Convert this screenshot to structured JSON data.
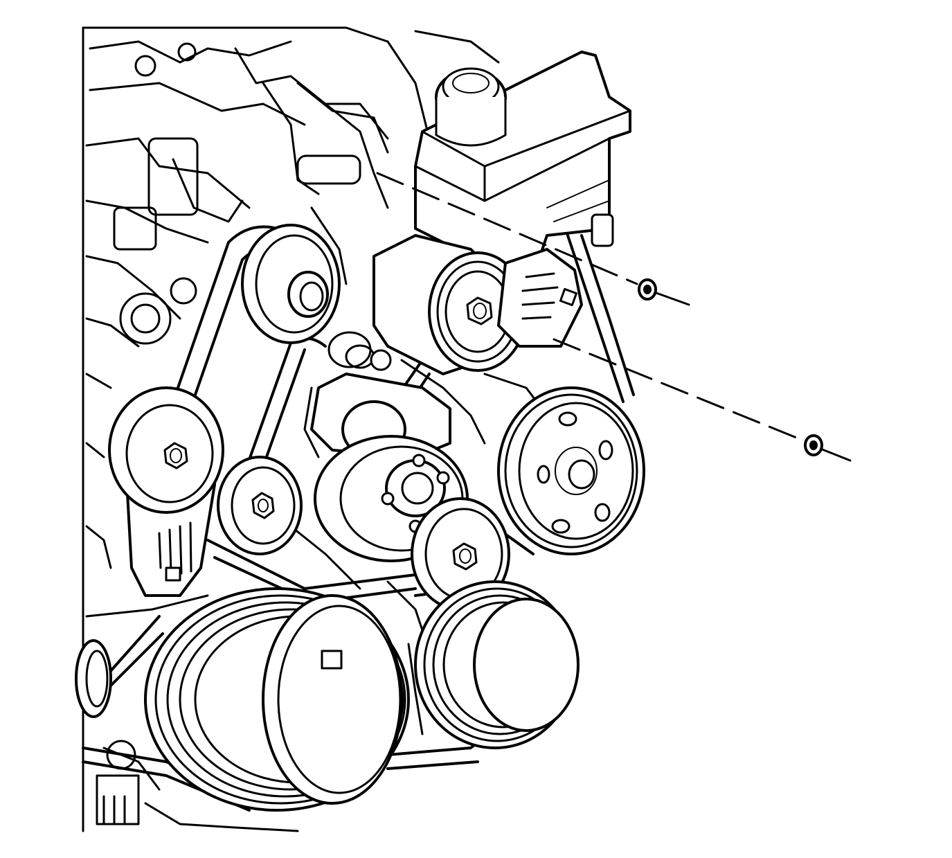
{
  "diagram": {
    "colors": {
      "ink": "#000000",
      "paper": "#ffffff"
    },
    "components": [
      "engine-block",
      "coolant-reservoir",
      "belt-tensioner",
      "idler-pulley",
      "water-pump-pulley",
      "power-steering-pump-pulley",
      "crankshaft-pulley",
      "air-conditioning-compressor-pulley",
      "drive-belt",
      "reservoir-mounting-nut"
    ],
    "fastener_count": 2
  }
}
